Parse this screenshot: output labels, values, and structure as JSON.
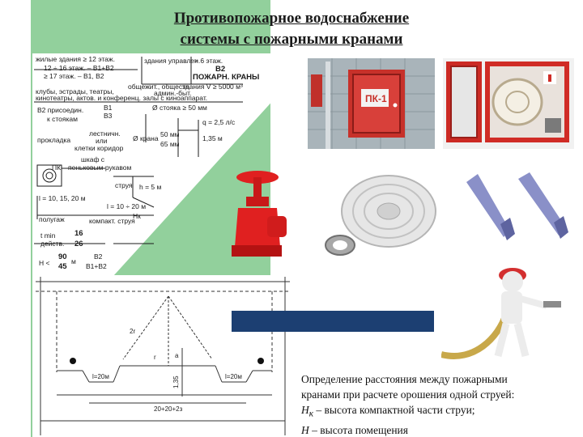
{
  "title": {
    "line1": "Противопожарное водоснабжение",
    "line2": "системы с пожарными кранами"
  },
  "caption": {
    "line1": "Определение расстояния между пожарными",
    "line2": "кранами при расчете орошения одной струей:",
    "hk_symbol": "H",
    "hk_sub": "к",
    "hk_text": " – высота компактной части струи;",
    "h_symbol": "H",
    "h_text": " – высота помещения"
  },
  "sketch": {
    "row1": "жилые здания ≥ 12 этаж.",
    "row2": "12 ÷ 16 этаж. – В1+В2",
    "row3": "≥ 17 этаж. – В1, В2",
    "admin": "здания управлен.",
    "floors": "> 6 этаж.",
    "b2_title": "В2",
    "b2_sub": "ПОЖАРН. КРАНЫ",
    "row4": "общежит., обществ.",
    "row5": "админ.-быт.",
    "volume": "здания V ≥ 5000 м³",
    "row6": "клубы, эстрады, театры,",
    "row7": "кинотеатры, актов. и конференц. залы с киноаппарат.",
    "b2_connect": "В2 присоедин.",
    "to_risers": "к стоякам",
    "b1": "В1",
    "b3": "В3",
    "riser_d": "Ø стояка ≥ 50 мм",
    "laying": "прокладка",
    "stair": "лестничн.",
    "or": "или",
    "cells": "клетки коридор",
    "crane_d": "Ø крана",
    "d50": "50 мм",
    "d65": "65 мм",
    "q": "q = 2,5 л/с",
    "h135": "1,35 м",
    "cabinet": "шкаф с",
    "hemp": "пеньковым рукавом",
    "pk": "ПК",
    "jet": "струя",
    "h5": "h = 5 м",
    "l_len": "l = 10, 15, 20 м",
    "l_jet": "l = 10 ÷ 20 м",
    "floor": "полугаж",
    "compact": "компакт. струя",
    "hk": "Hк",
    "t_min": "t min",
    "t_act": "действ.",
    "v16": "16",
    "v26": "26",
    "h_ineq": "H <",
    "h90": "90",
    "h45": "45",
    "m": "м",
    "b2b": "В2",
    "b1b2": "В1+В2"
  },
  "plan": {
    "label_l20_left": "l=20м",
    "label_l20_right": "l=20м",
    "label_span": "20+20+2з",
    "label_2r": "2r",
    "label_r": "r",
    "label_a": "a",
    "label_h": "1,35"
  },
  "colors": {
    "green_panel": "#92d09c",
    "blue_bar": "#1c3f72",
    "red_cabinet": "#d42a24",
    "red_valve": "#e02020"
  }
}
